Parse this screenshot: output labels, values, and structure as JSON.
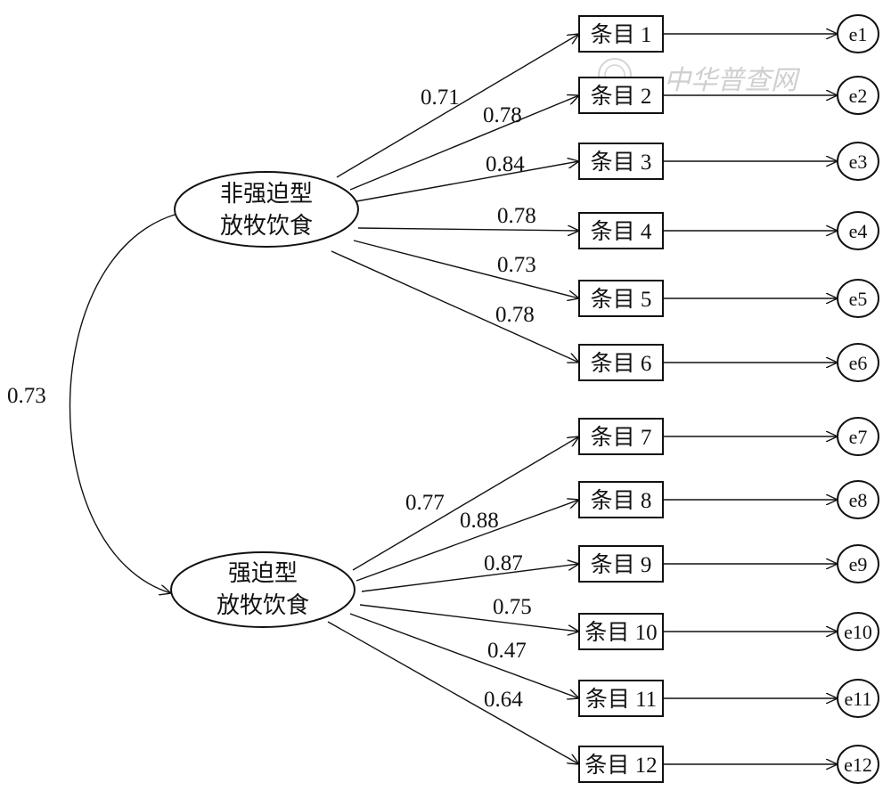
{
  "factors": [
    {
      "id": "f1",
      "label_line1": "非强迫型",
      "label_line2": "放牧饮食"
    },
    {
      "id": "f2",
      "label_line1": "强迫型",
      "label_line2": "放牧饮食"
    }
  ],
  "correlation": {
    "value": "0.73"
  },
  "items": [
    {
      "label": "条目 1",
      "loading": "0.71",
      "error": "e1",
      "factor": "f1"
    },
    {
      "label": "条目 2",
      "loading": "0.78",
      "error": "e2",
      "factor": "f1"
    },
    {
      "label": "条目 3",
      "loading": "0.84",
      "error": "e3",
      "factor": "f1"
    },
    {
      "label": "条目 4",
      "loading": "0.78",
      "error": "e4",
      "factor": "f1"
    },
    {
      "label": "条目 5",
      "loading": "0.73",
      "error": "e5",
      "factor": "f1"
    },
    {
      "label": "条目 6",
      "loading": "0.78",
      "error": "e6",
      "factor": "f1"
    },
    {
      "label": "条目 7",
      "loading": "0.77",
      "error": "e7",
      "factor": "f2"
    },
    {
      "label": "条目 8",
      "loading": "0.88",
      "error": "e8",
      "factor": "f2"
    },
    {
      "label": "条目 9",
      "loading": "0.87",
      "error": "e9",
      "factor": "f2"
    },
    {
      "label": "条目 10",
      "loading": "0.75",
      "error": "e10",
      "factor": "f2"
    },
    {
      "label": "条目 11",
      "loading": "0.47",
      "error": "e11",
      "factor": "f2"
    },
    {
      "label": "条目 12",
      "loading": "0.64",
      "error": "e12",
      "factor": "f2"
    }
  ],
  "watermark": {
    "text": "中华普查网"
  }
}
